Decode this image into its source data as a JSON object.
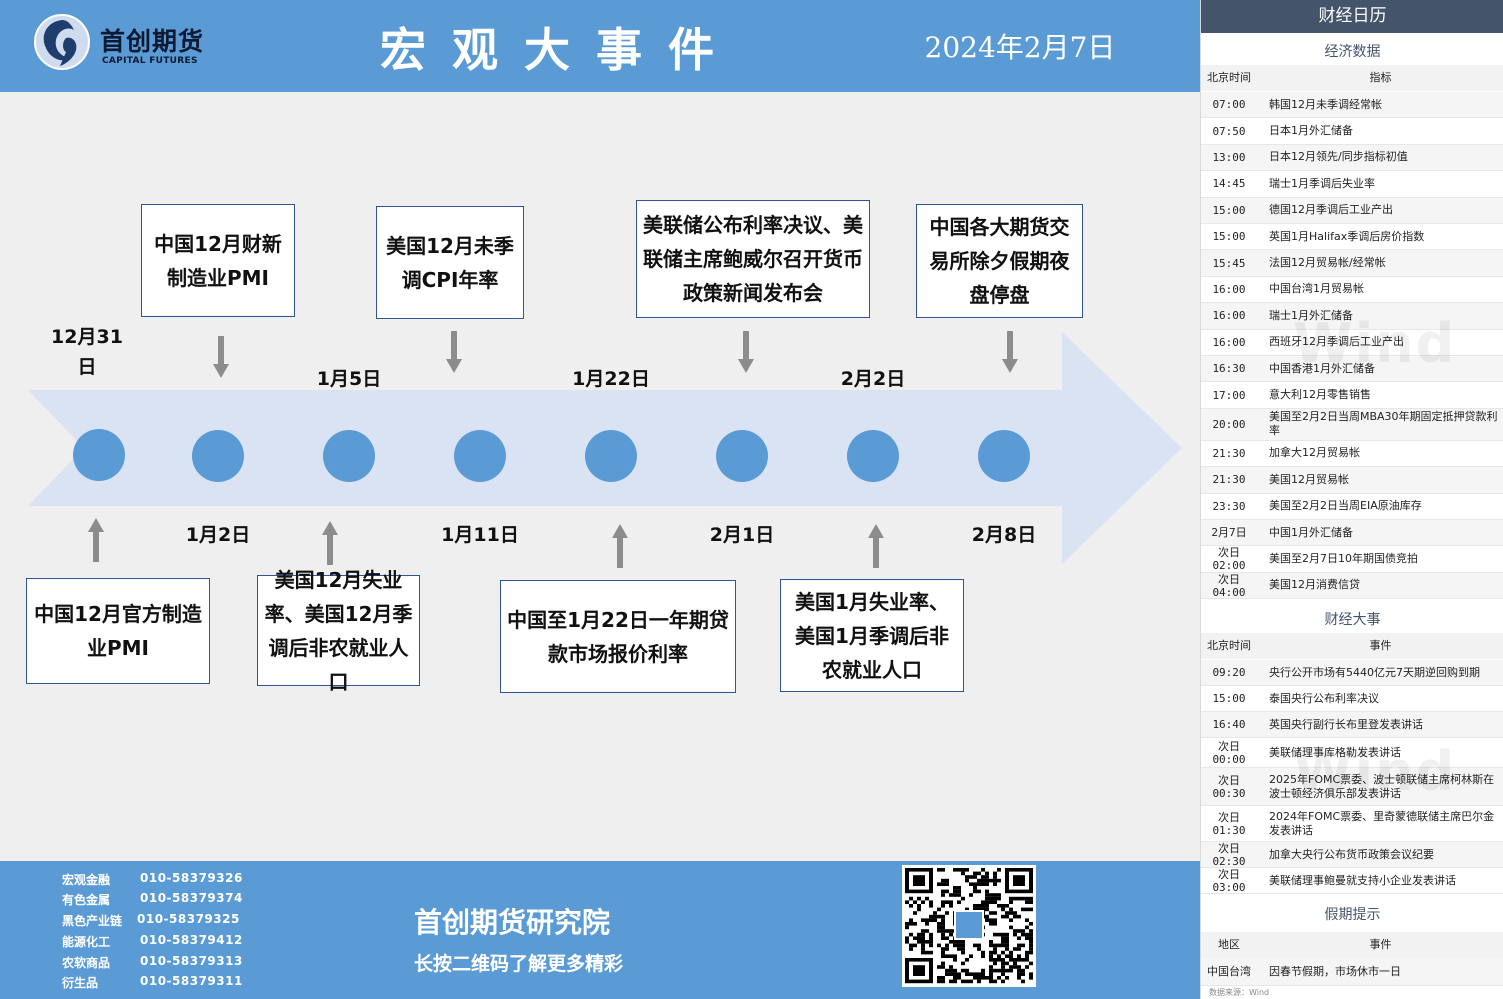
{
  "header": {
    "logo_cn": "首创期货",
    "logo_en": "CAPITAL FUTURES",
    "title": "宏观大事件",
    "date": "2024年2月7日"
  },
  "timeline": {
    "dates_top": [
      "12月31日",
      "1月5日",
      "1月22日",
      "2月2日"
    ],
    "dates_bottom": [
      "1月2日",
      "1月11日",
      "2月1日",
      "2月8日"
    ],
    "events_top": [
      "中国12月财新制造业PMI",
      "美国12月未季调CPI年率",
      "美联储公布利率决议、美联储主席鲍威尔召开货币政策新闻发布会",
      "中国各大期货交易所除夕假期夜盘停盘"
    ],
    "events_bottom": [
      "中国12月官方制造业PMI",
      "美国12月失业率、美国12月季调后非农就业人口",
      "中国至1月22日一年期贷款市场报价利率",
      "美国1月失业率、美国1月季调后非农就业人口"
    ]
  },
  "footer": {
    "contacts": [
      {
        "name": "宏观金融",
        "phone": "010-58379326"
      },
      {
        "name": "有色金属",
        "phone": "010-58379374"
      },
      {
        "name": "黑色产业链",
        "phone": "010-58379325"
      },
      {
        "name": "能源化工",
        "phone": "010-58379412"
      },
      {
        "name": "农软商品",
        "phone": "010-58379313"
      },
      {
        "name": "衍生品",
        "phone": "010-58379311"
      }
    ],
    "institute": "首创期货研究院",
    "subtitle": "长按二维码了解更多精彩"
  },
  "calendar": {
    "title": "财经日历",
    "econ_title": "经济数据",
    "col_time": "北京时间",
    "col_indicator": "指标",
    "econ_rows": [
      {
        "time": "07:00",
        "item": "韩国12月未季调经常帐"
      },
      {
        "time": "07:50",
        "item": "日本1月外汇储备"
      },
      {
        "time": "13:00",
        "item": "日本12月领先/同步指标初值"
      },
      {
        "time": "14:45",
        "item": "瑞士1月季调后失业率"
      },
      {
        "time": "15:00",
        "item": "德国12月季调后工业产出"
      },
      {
        "time": "15:00",
        "item": "英国1月Halifax季调后房价指数"
      },
      {
        "time": "15:45",
        "item": "法国12月贸易帐/经常帐"
      },
      {
        "time": "16:00",
        "item": "中国台湾1月贸易帐"
      },
      {
        "time": "16:00",
        "item": "瑞士1月外汇储备"
      },
      {
        "time": "16:00",
        "item": "西班牙12月季调后工业产出"
      },
      {
        "time": "16:30",
        "item": "中国香港1月外汇储备"
      },
      {
        "time": "17:00",
        "item": "意大利12月零售销售"
      },
      {
        "time": "20:00",
        "item": "美国至2月2日当周MBA30年期固定抵押贷款利率"
      },
      {
        "time": "21:30",
        "item": "加拿大12月贸易帐"
      },
      {
        "time": "21:30",
        "item": "美国12月贸易帐"
      },
      {
        "time": "23:30",
        "item": "美国至2月2日当周EIA原油库存"
      },
      {
        "time": "2月7日",
        "item": "中国1月外汇储备"
      },
      {
        "time": "次日 02:00",
        "item": "美国至2月7日10年期国债竞拍"
      },
      {
        "time": "次日 04:00",
        "item": "美国12月消费信贷"
      }
    ],
    "events_title": "财经大事",
    "col_event": "事件",
    "event_rows": [
      {
        "time": "09:20",
        "item": "央行公开市场有5440亿元7天期逆回购到期"
      },
      {
        "time": "15:00",
        "item": "泰国央行公布利率决议"
      },
      {
        "time": "16:40",
        "item": "英国央行副行长布里登发表讲话"
      },
      {
        "time": "次日 00:00",
        "item": "美联储理事库格勒发表讲话"
      },
      {
        "time": "次日 00:30",
        "item": "2025年FOMC票委、波士顿联储主席柯林斯在波士顿经济俱乐部发表讲话"
      },
      {
        "time": "次日 01:30",
        "item": "2024年FOMC票委、里奇蒙德联储主席巴尔金发表讲话"
      },
      {
        "time": "次日 02:30",
        "item": "加拿大央行公布货币政策会议纪要"
      },
      {
        "time": "次日 03:00",
        "item": "美联储理事鲍曼就支持小企业发表讲话"
      }
    ],
    "holiday_title": "假期提示",
    "col_region": "地区",
    "holiday_rows": [
      {
        "region": "中国台湾",
        "item": "因春节假期，市场休市一日"
      }
    ],
    "source": "数据来源：Wind",
    "watermark": "Wind"
  },
  "colors": {
    "primary": "#5b9bd5",
    "band": "#dae3f3",
    "calendar_header": "#44546a",
    "box_border": "#2f5597"
  }
}
